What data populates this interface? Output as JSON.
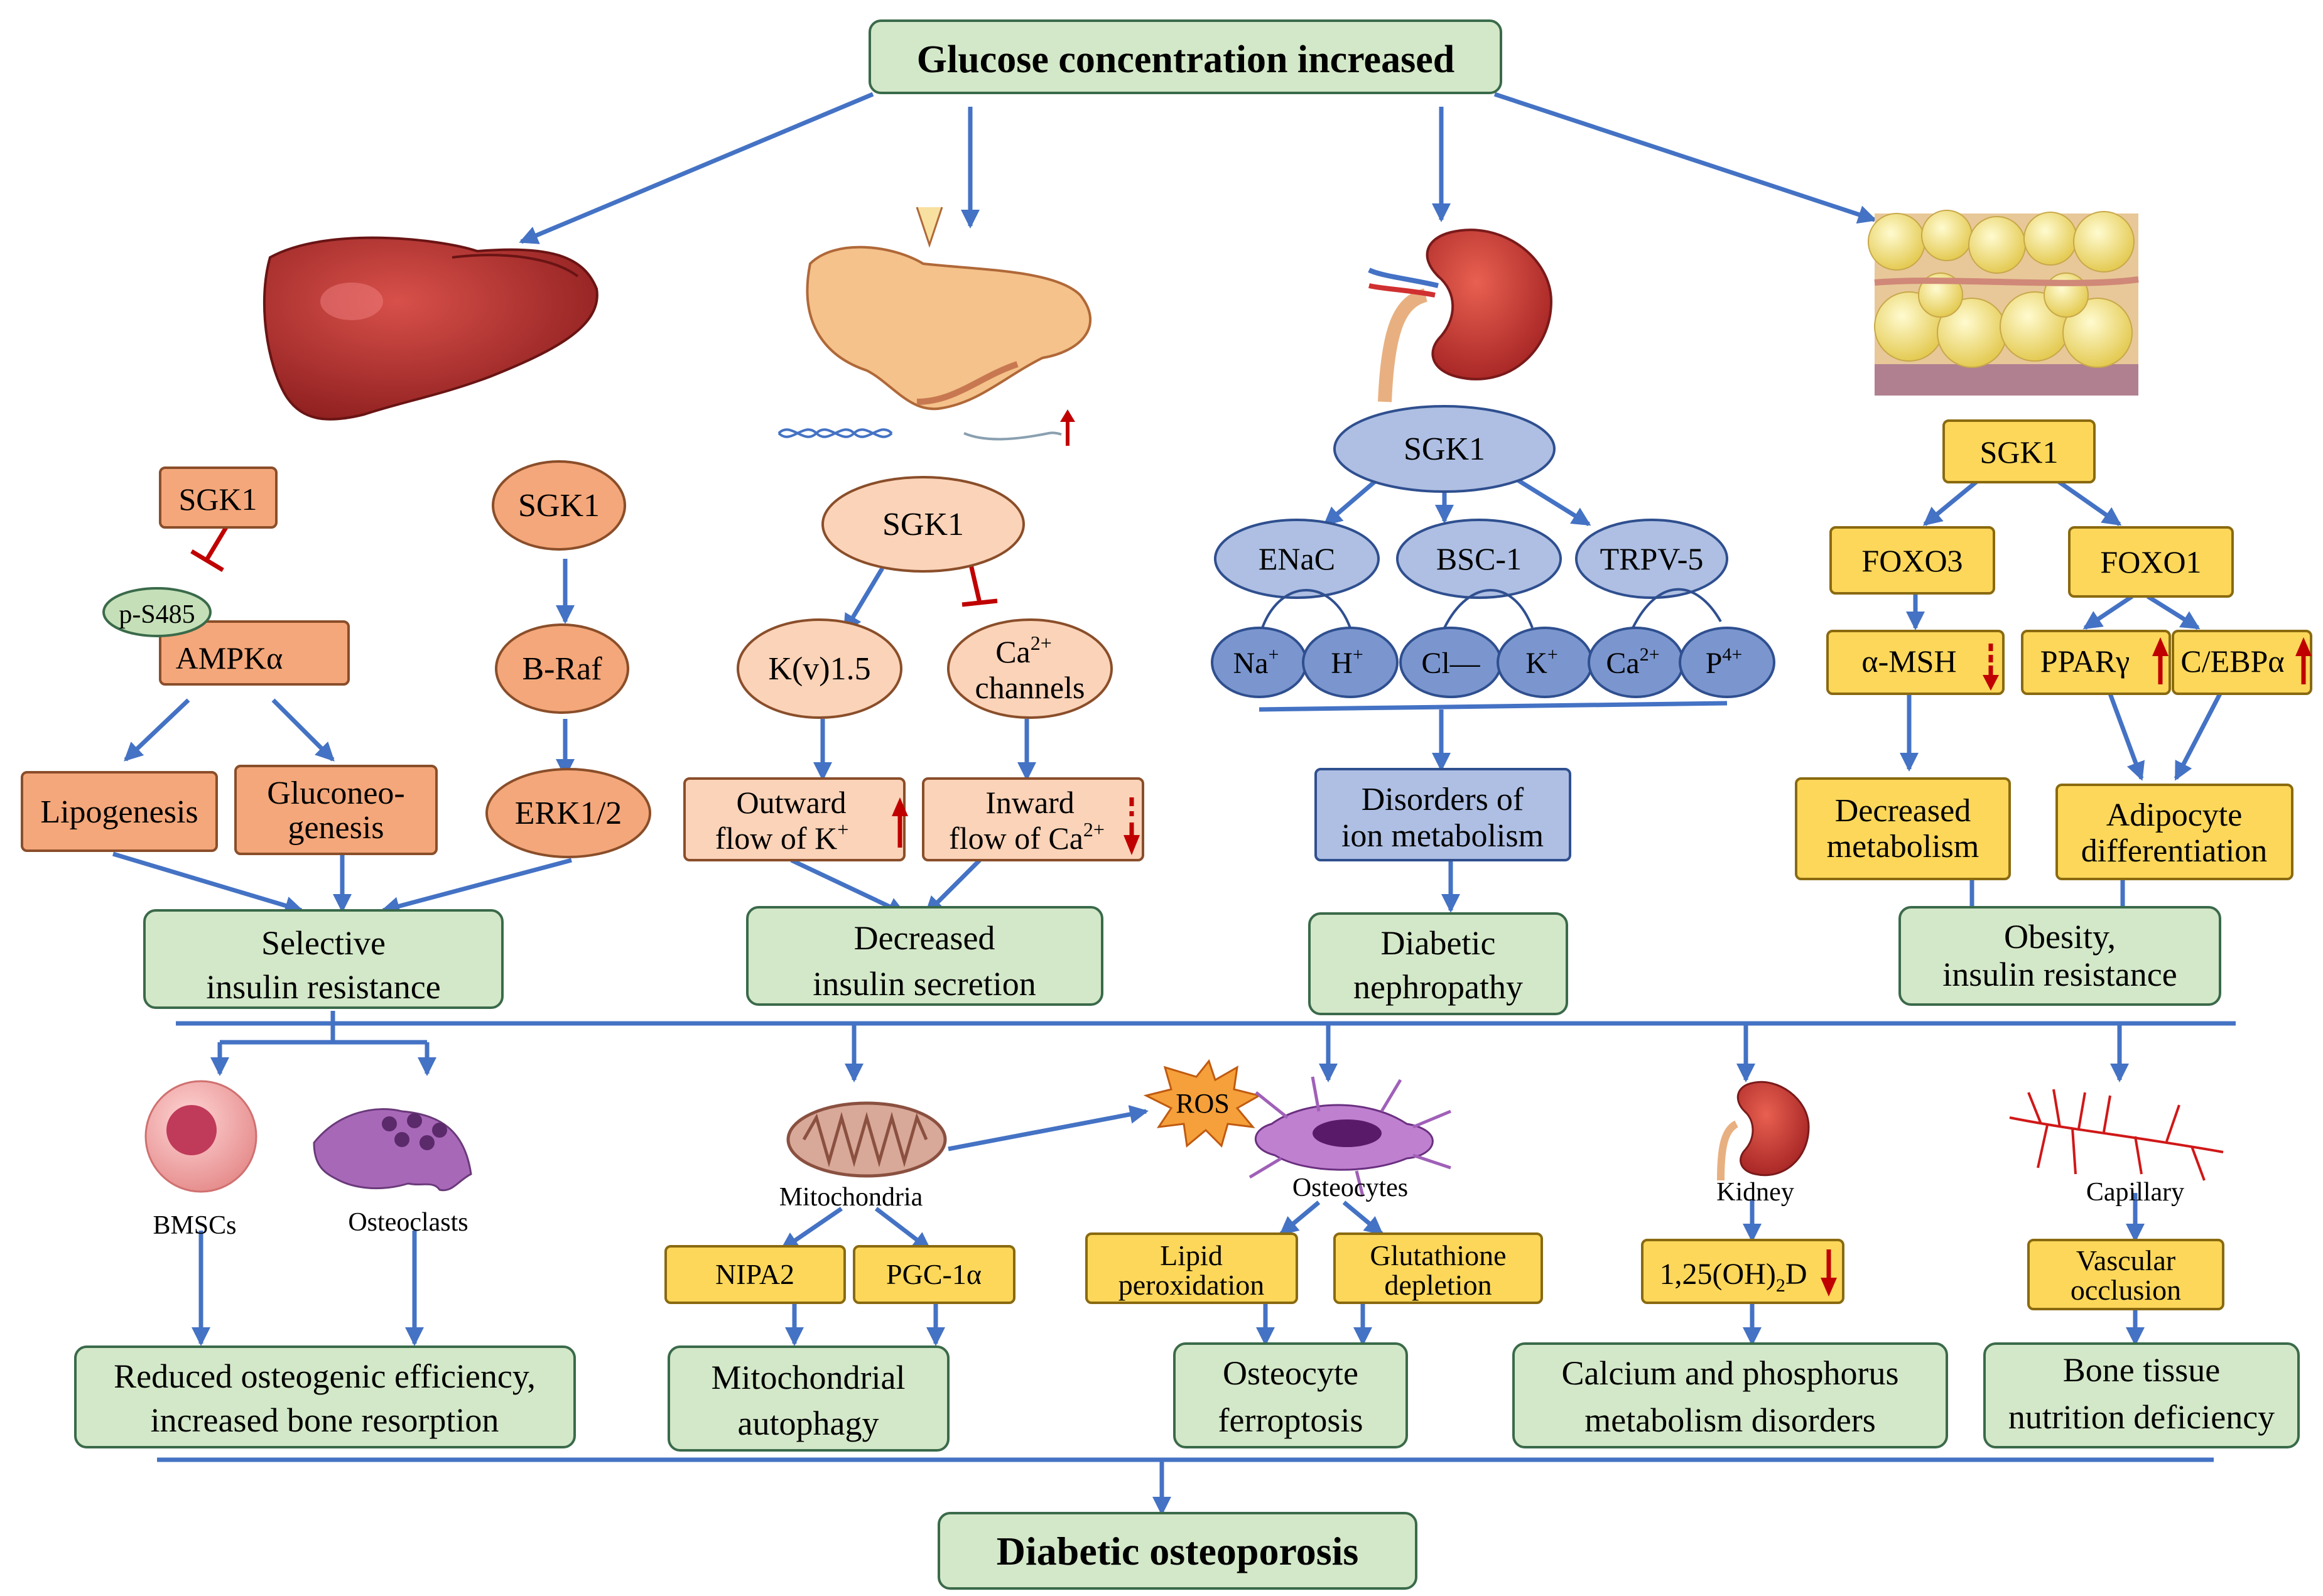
{
  "top": {
    "title": "Glucose concentration increased"
  },
  "colors": {
    "green_fill": "#d3e8c8",
    "green_stroke": "#3a6a4a",
    "orange_fill": "#f4a77a",
    "orange_light": "#fbd3b8",
    "orange_stroke": "#8a4e2a",
    "blue_fill": "#aebfe3",
    "blue_stroke": "#2f4f8f",
    "yellow_fill": "#fcd75a",
    "yellow_stroke": "#8a6a10",
    "arrow": "#4472c4",
    "inhibit": "#c00000",
    "up_down": "#c00000"
  },
  "liver": {
    "sgk1_a": "SGK1",
    "p_s485": "p-S485",
    "ampk": "AMPKα",
    "lipogenesis": "Lipogenesis",
    "gluconeo_1": "Gluconeo-",
    "gluconeo_2": "genesis",
    "sgk1_b": "SGK1",
    "braf": "B-Raf",
    "erk": "ERK1/2",
    "outcome_1": "Selective",
    "outcome_2": "insulin resistance"
  },
  "pancreas": {
    "sgk1": "SGK1",
    "kv": "K(v)1.5",
    "ca_channels_1": "Ca",
    "ca_channels_sup": "2+",
    "ca_channels_2": "channels",
    "outward_1": "Outward",
    "outward_2": "flow of K",
    "outward_sup": "+",
    "inward_1": "Inward",
    "inward_2": "flow of Ca",
    "inward_sup": "2+",
    "outcome_1": "Decreased",
    "outcome_2": "insulin secretion"
  },
  "kidney_top": {
    "sgk1": "SGK1",
    "enac": "ENaC",
    "bsc": "BSC-1",
    "trpv": "TRPV-5",
    "na": "Na",
    "na_sup": "+",
    "h": "H",
    "h_sup": "+",
    "cl": "Cl—",
    "k": "K",
    "k_sup": "+",
    "ca": "Ca",
    "ca_sup": "2+",
    "p": "P",
    "p_sup": "4+",
    "disorders_1": "Disorders of",
    "disorders_2": "ion metabolism",
    "outcome_1": "Diabetic",
    "outcome_2": "nephropathy"
  },
  "adipose": {
    "sgk1": "SGK1",
    "foxo3": "FOXO3",
    "foxo1": "FOXO1",
    "msh": "α-MSH",
    "ppar": "PPARγ",
    "cebp": "C/EBPα",
    "decreased_1": "Decreased",
    "decreased_2": "metabolism",
    "adipocyte_1": "Adipocyte",
    "adipocyte_2": "differentiation",
    "outcome_1": "Obesity,",
    "outcome_2": "insulin resistance"
  },
  "bottom": {
    "bmscs": "BMSCs",
    "osteoclasts": "Osteoclasts",
    "reduced_1": "Reduced osteogenic efficiency,",
    "reduced_2": "increased bone resorption",
    "mitochondria": "Mitochondria",
    "nipa2": "NIPA2",
    "pgc": "PGC-1α",
    "mito_auto_1": "Mitochondrial",
    "mito_auto_2": "autophagy",
    "ros": "ROS",
    "osteocytes": "Osteocytes",
    "lipid_1": "Lipid",
    "lipid_2": "peroxidation",
    "glut_1": "Glutathione",
    "glut_2": "depletion",
    "ferro_1": "Osteocyte",
    "ferro_2": "ferroptosis",
    "kidney": "Kidney",
    "vitd_a": "1,25(OH)",
    "vitd_sub": "2",
    "vitd_b": "D",
    "calcium_1": "Calcium and phosphorus",
    "calcium_2": "metabolism disorders",
    "capillary": "Capillary",
    "vasc_1": "Vascular",
    "vasc_2": "occlusion",
    "bone_1": "Bone tissue",
    "bone_2": "nutrition deficiency",
    "final": "Diabetic osteoporosis"
  }
}
